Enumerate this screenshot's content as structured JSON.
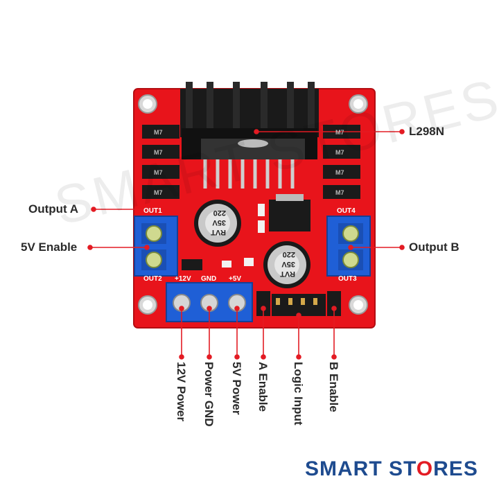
{
  "module_label": "L298N",
  "callouts": {
    "output_a": "Output A",
    "enable_5v": "5V Enable",
    "output_b": "Output B",
    "power_12v": "12V Power",
    "power_gnd": "Power GND",
    "power_5v": "5V Power",
    "a_enable": "A Enable",
    "logic_input": "Logic Input",
    "b_enable": "B Enable"
  },
  "board_silkscreen": {
    "out1": "OUT1",
    "out2": "OUT2",
    "out3": "OUT3",
    "out4": "OUT4",
    "v12": "+12V",
    "gnd": "GND",
    "v5": "+5V",
    "diode_mark": "M7"
  },
  "capacitor": {
    "line1": "RVT",
    "line2": "35V",
    "line3": "220"
  },
  "brand": {
    "part1": "SMART ST",
    "part2": "O",
    "part3": "RES"
  },
  "watermark": "SMART STORES",
  "colors": {
    "board": "#e8141b",
    "terminal": "#1f5fd6",
    "callout_line": "#e31b23",
    "brand_blue": "#1e4b8f",
    "brand_red": "#e31b23"
  }
}
